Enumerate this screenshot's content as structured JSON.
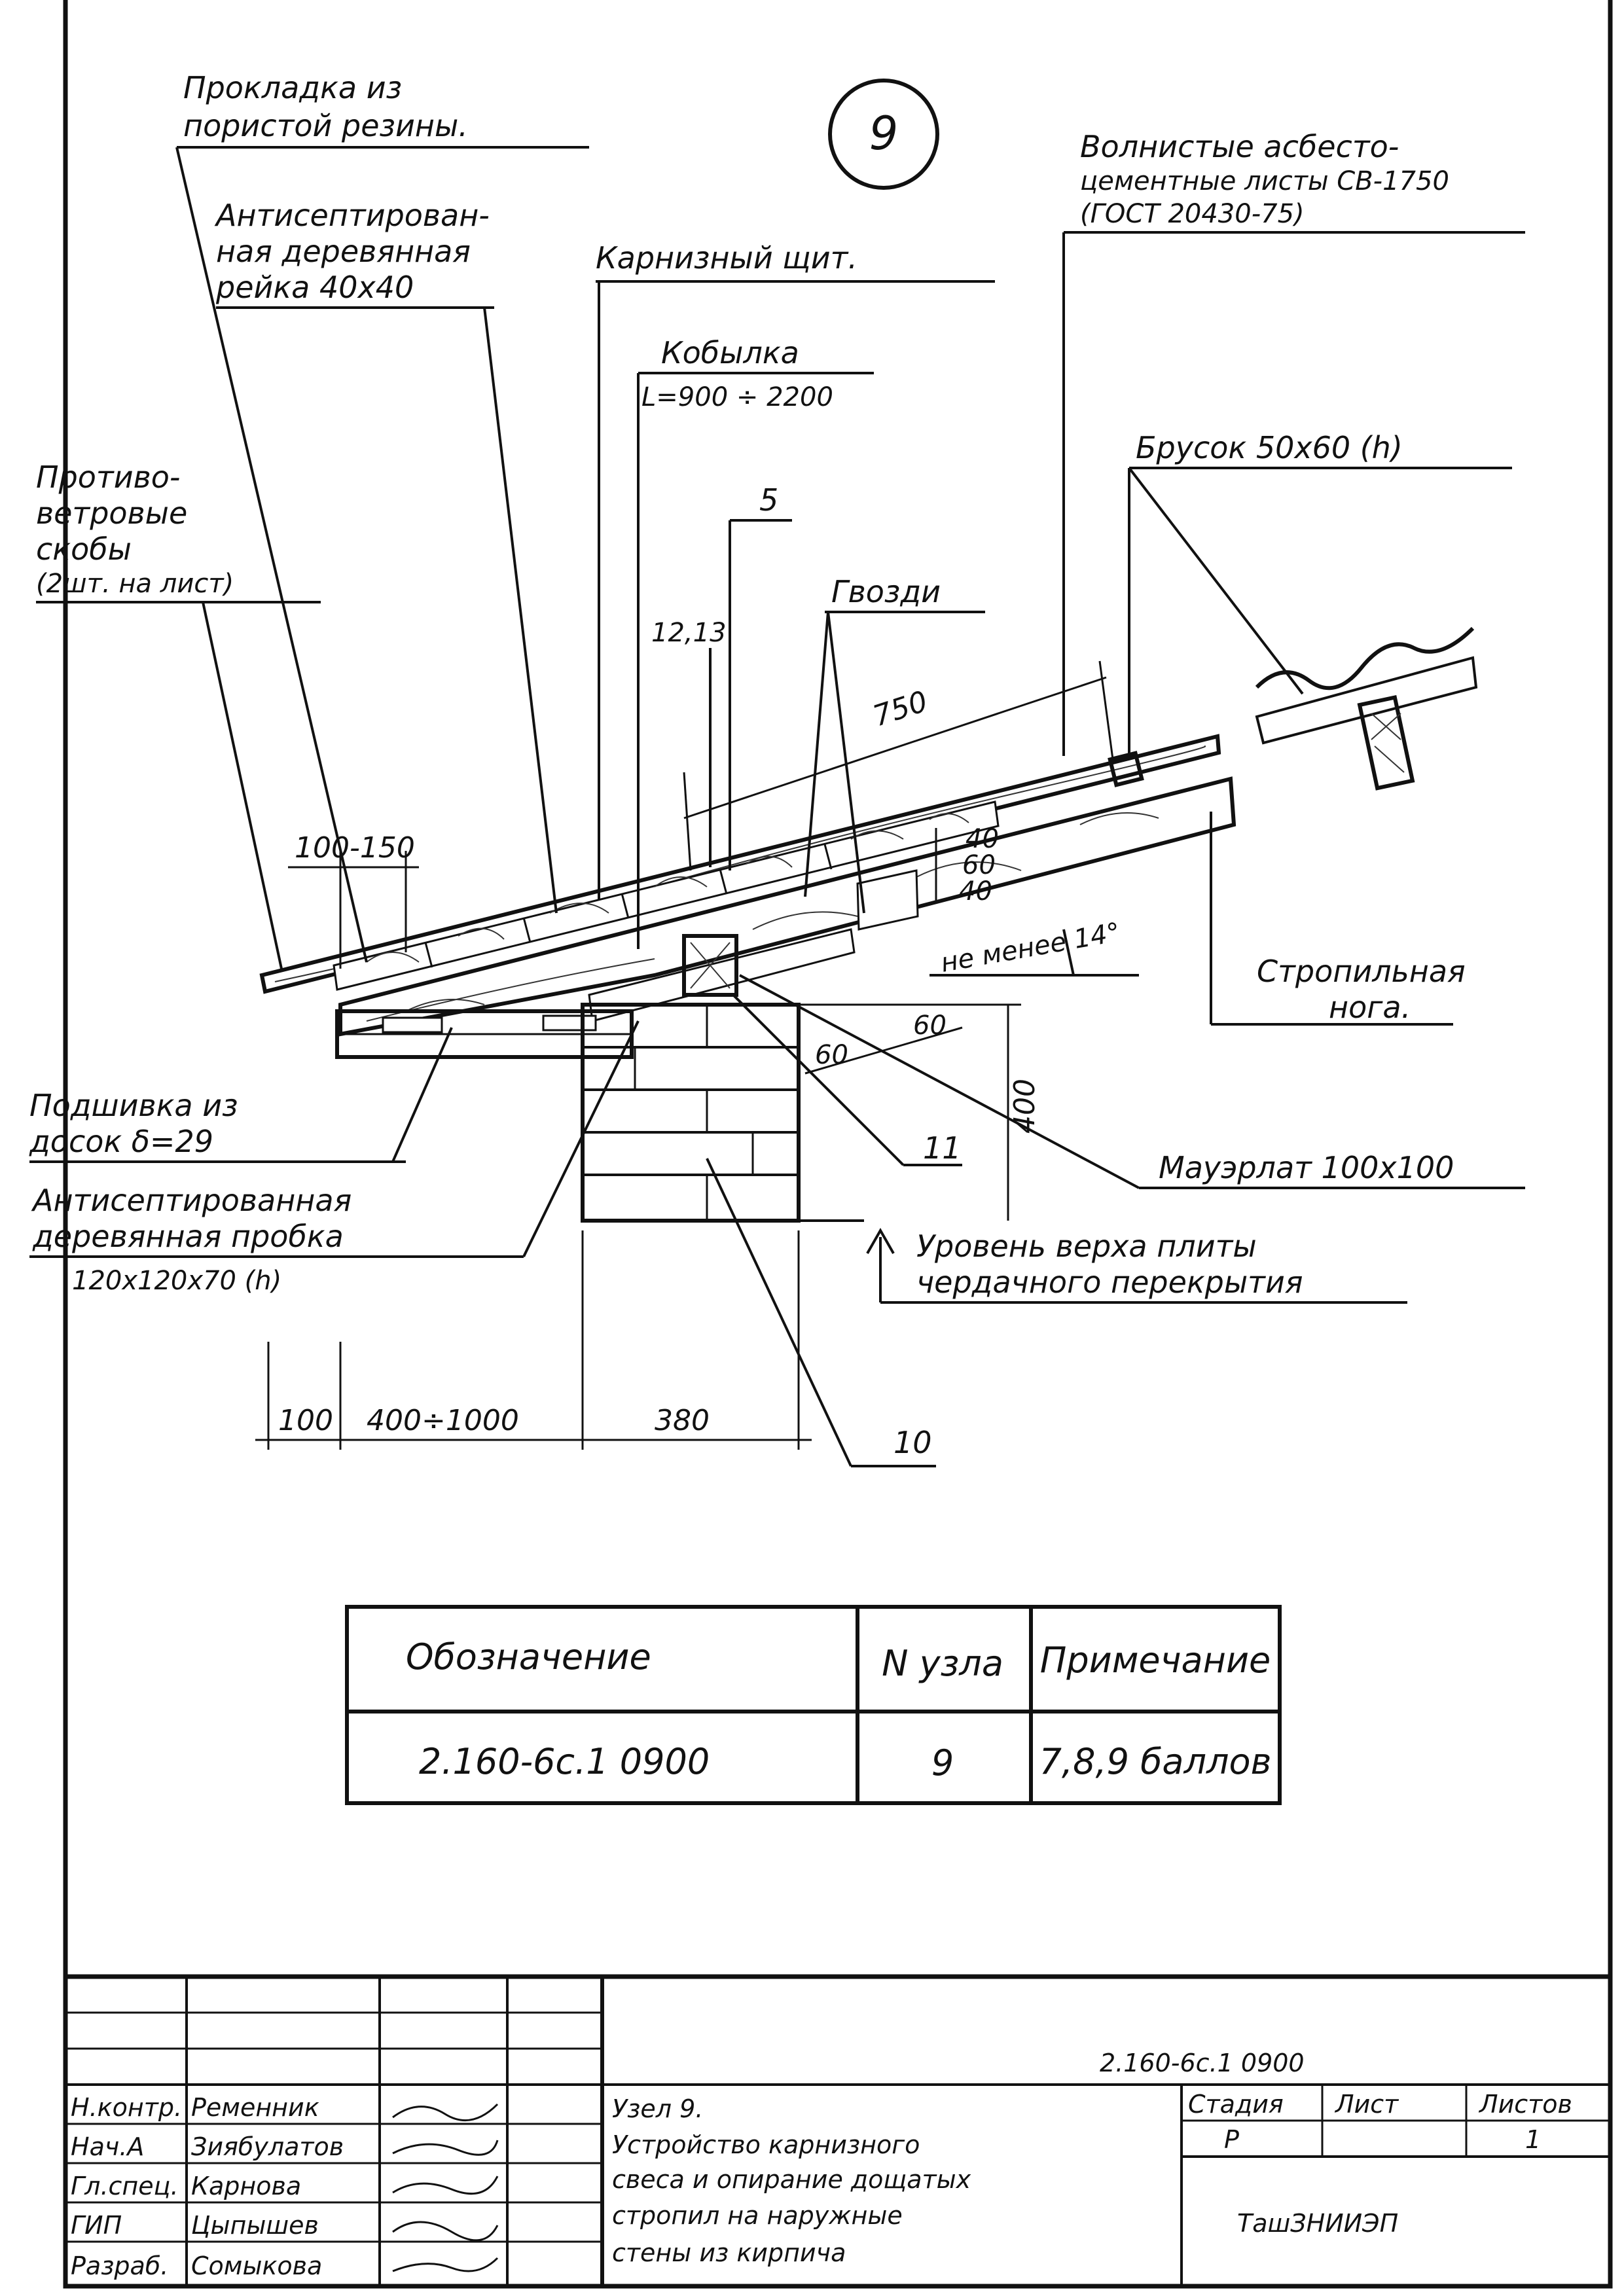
{
  "node_number": "9",
  "labels": {
    "gasket": [
      "Прокладка из",
      "пористой резины."
    ],
    "lath": [
      "Антисептирован-",
      "ная деревянная",
      "рейка 40x40"
    ],
    "eaves_board": "Карнизный щит.",
    "kobylka": [
      "Кобылка",
      "L=900 ÷ 2200"
    ],
    "sheets": [
      "Волнистые асбесто-",
      "цементные листы СВ-1750",
      "(ГОСТ 20430-75)"
    ],
    "wind_clips": [
      "Противо-",
      "ветровые",
      "скобы",
      "(2шт. на лист)"
    ],
    "bar": "Брусок 50x60 (h)",
    "pos5": "5",
    "nails": "Гвозди",
    "pos1213": "12,13",
    "rafter": [
      "Стропильная",
      "нога."
    ],
    "soffit": [
      "Подшивка из",
      "досок δ=29"
    ],
    "plug": [
      "Антисептированная",
      "деревянная пробка",
      "120x120x70 (h)"
    ],
    "pos11": "11",
    "mauerlat": "Мауэрлат 100x100",
    "slab_level": [
      "Уровень верха плиты",
      "чердачного перекрытия"
    ],
    "pos10": "10",
    "angle": "не менее 14°"
  },
  "dims": {
    "d750": "750",
    "d100_150": "100-150",
    "d40a": "40",
    "d60": "60",
    "d40b": "40",
    "d60a": "60",
    "d60b": "60",
    "d400": "400",
    "d100": "100",
    "d400_1000": "400÷1000",
    "d380": "380"
  },
  "ref_table": {
    "headers": [
      "Обозначение",
      "N узла",
      "Примечание"
    ],
    "row": [
      "2.160-6с.1 0900",
      "9",
      "7,8,9 баллов"
    ]
  },
  "title_block": {
    "code": "2.160-6с.1 0900",
    "roles": [
      "Н.контр.",
      "Нач.А",
      "Гл.спец.",
      "ГИП",
      "Разраб."
    ],
    "names": [
      "Ременник",
      "Зиябулатов",
      "Карнова",
      "Цыпышев",
      "Сомыкова"
    ],
    "description": [
      "Узел 9.",
      "Устройство карнизного",
      "свеса и опирание дощатых",
      "стропил на наружные",
      "стены из кирпича"
    ],
    "stage_header": "Стадия",
    "sheet_header": "Лист",
    "sheets_header": "Листов",
    "stage": "Р",
    "sheet": "1",
    "org": "ТашЗНИИЭП"
  }
}
